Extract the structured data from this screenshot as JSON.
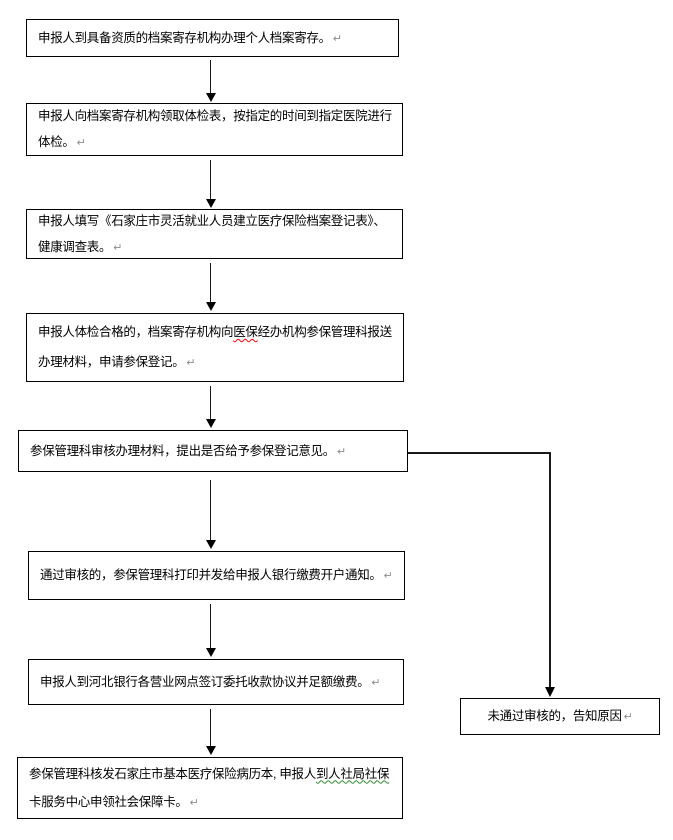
{
  "flowchart": {
    "paragraph_mark": "↵",
    "steps": [
      {
        "text": "申报人到具备资质的档案寄存机构办理个人档案寄存。"
      },
      {
        "text": "申报人向档案寄存机构领取体检表，按指定的时间到指定医院进行体检。"
      },
      {
        "text": "申报人填写《石家庄市灵活就业人员建立医疗保险档案登记表》、健康调查表。"
      },
      {
        "pre": "申报人体检合格的，档案寄存机构向",
        "spellcheck_flagged": "医保",
        "post": "经办机构参保管理科报送办理材料，申请参保登记。"
      },
      {
        "text": "参保管理科审核办理材料，提出是否给予参保登记意见。"
      },
      {
        "text": "通过审核的，参保管理科打印并发给申报人银行缴费开户通知。"
      },
      {
        "text": "申报人到河北银行各营业网点签订委托收款协议并足额缴费。"
      },
      {
        "pre": "参保管理科核发石家庄市基本医疗保险病历本, 申报人",
        "grammar_flagged": "到人社局社保",
        "post": "卡服务中心申领社会保障卡。"
      }
    ],
    "reject_branch": {
      "text": "未通过审核的，告知原因"
    },
    "colors": {
      "background": "#ffffff",
      "box_border": "#000000",
      "text": "#000000",
      "paragraph_mark": "#8c8c8c",
      "spellcheck_underline": "#ff0000",
      "grammar_underline": "#2e8b2e"
    }
  }
}
